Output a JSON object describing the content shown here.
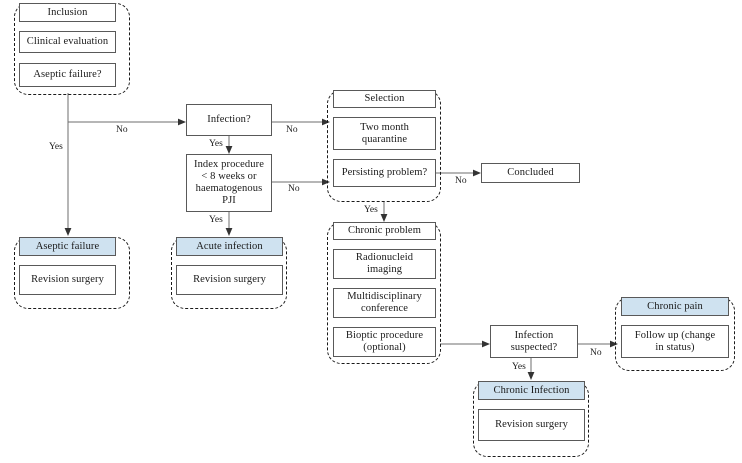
{
  "diagram": {
    "title": "PJI diagnostic and treatment decision flowchart",
    "accent_highlight": "#cfe2f0",
    "line_color": "#6e6e6e",
    "border_color": "#595959"
  },
  "groups": [
    {
      "name": "inclusion-group"
    },
    {
      "name": "aseptic-failure-group"
    },
    {
      "name": "acute-infection-group"
    },
    {
      "name": "selection-group"
    },
    {
      "name": "chronic-problem-group"
    },
    {
      "name": "chronic-infection-group"
    },
    {
      "name": "chronic-pain-group"
    }
  ],
  "nodes": {
    "inclusion": "Inclusion",
    "clinical_evaluation": "Clinical  evaluation",
    "aseptic_failure_q": "Aseptic failure?",
    "infection_q": "Infection?",
    "index_procedure": "Index procedure\n< 8 weeks or\nhaematogenous\nPJI",
    "aseptic_failure": "Aseptic failure",
    "aseptic_revision_surgery": "Revision surgery",
    "acute_infection": "Acute infection",
    "acute_revision_surgery": "Revision surgery",
    "selection": "Selection",
    "two_month_quarantine": "Two month\nquarantine",
    "persisting_problem_q": "Persisting problem?",
    "concluded": "Concluded",
    "chronic_problem": "Chronic problem",
    "radionucleid_imaging": "Radionucleid\nimaging",
    "multidisciplinary_conference": "Multidisciplinary\nconference",
    "bioptic_procedure": "Bioptic procedure\n(optional)",
    "infection_suspected_q": "Infection\nsuspected?",
    "chronic_infection": "Chronic Infection",
    "chronic_revision_surgery": "Revision surgery",
    "chronic_pain": "Chronic pain",
    "follow_up": "Follow up (change\nin status)"
  },
  "edge_labels": {
    "inclusion_no": "No",
    "inclusion_yes": "Yes",
    "infection_no": "No",
    "infection_yes": "Yes",
    "index_no": "No",
    "index_yes": "Yes",
    "persisting_no": "No",
    "persisting_yes": "Yes",
    "suspected_no": "No",
    "suspected_yes": "Yes"
  }
}
